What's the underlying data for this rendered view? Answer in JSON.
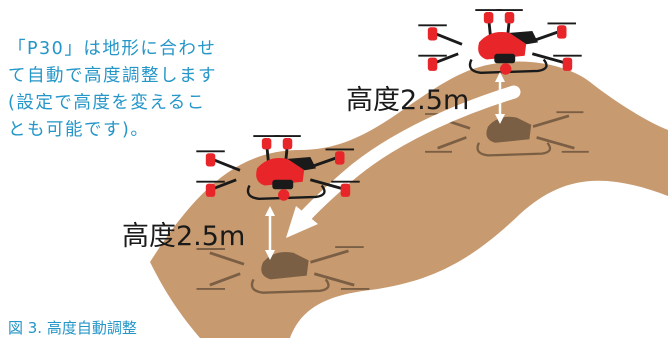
{
  "description_lines": [
    "「P30」は地形に合わせ",
    "て自動で高度調整します",
    "(設定で高度を変えるこ",
    "とも可能です)。"
  ],
  "height_label_top": "高度2.5m",
  "height_label_bottom": "高度2.5m",
  "caption": "図 3. 高度自動調整",
  "colors": {
    "text_blue": "#2596c8",
    "terrain": "#c89a6f",
    "shadow": "#7b5f45",
    "drone_red": "#e8262a",
    "drone_black": "#1a1a1a",
    "arrow": "#ffffff"
  },
  "icons": [
    "drone-icon",
    "drone-shadow-icon",
    "double-arrow-icon",
    "path-arrow-icon"
  ]
}
